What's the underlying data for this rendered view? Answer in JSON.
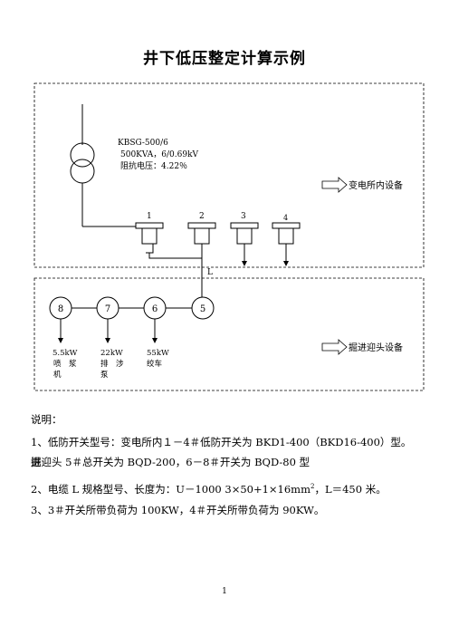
{
  "title": "井下低压整定计算示例",
  "transformer": {
    "model": "KBSG-500/6",
    "rating": "500KVA，6/0.69kV",
    "impedance": "阻抗电压：4.22％"
  },
  "substation_label": "变电所内设备",
  "heading_label": "掘进迎头设备",
  "switch_numbers": [
    "1",
    "2",
    "3",
    "4"
  ],
  "cable_label": "L",
  "bottom_switches": [
    "8",
    "7",
    "6",
    "5"
  ],
  "loads": [
    {
      "power": "5.5kW",
      "name_a": "喷　浆",
      "name_b": "机"
    },
    {
      "power": "22kW",
      "name_a": "排　涉",
      "name_b": "泵"
    },
    {
      "power": "55kW",
      "name_a": "绞车",
      "name_b": ""
    }
  ],
  "notes": {
    "heading": "说明：",
    "item1_line1": "1、低防开关型号：变电所内１－4＃低防开关为 BKD1-400（BKD16-400）型。掘",
    "item1_line2": "进迎头 5＃总开关为 BQD-200，6－8＃开关为 BQD-80 型",
    "item2_pre": "2、电缆 L 规格型号、长度为：U－1000 3×50+1×16mm",
    "item2_sup": "2",
    "item2_post": "，L＝450 米。",
    "item3": "3、3＃开关所带负荷为 100KW，4＃开关所带负荷为 90KW。"
  },
  "page_number": "1"
}
